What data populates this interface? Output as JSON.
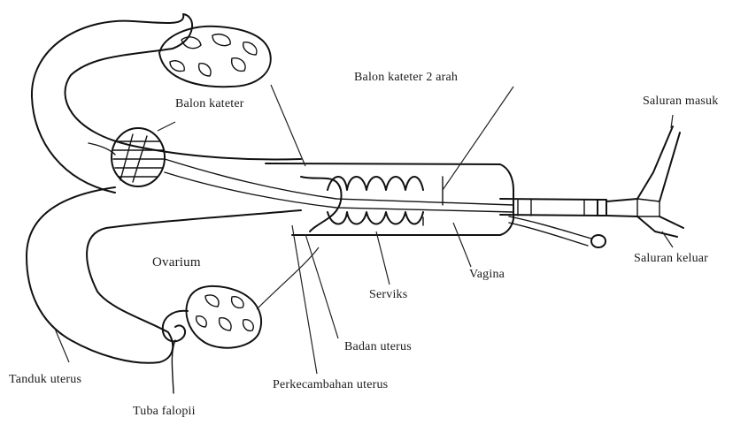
{
  "labels": {
    "balon_kateter": "Balon kateter",
    "balon_kateter_2_arah": "Balon kateter 2 arah",
    "saluran_masuk": "Saluran masuk",
    "saluran_keluar": "Saluran keluar",
    "ovarium": "Ovarium",
    "vagina": "Vagina",
    "serviks": "Serviks",
    "badan_uterus": "Badan uterus",
    "tanduk_uterus": "Tanduk uterus",
    "tuba_falopii": "Tuba falopii",
    "perkecambahan_uterus": "Perkecambahan uterus"
  }
}
